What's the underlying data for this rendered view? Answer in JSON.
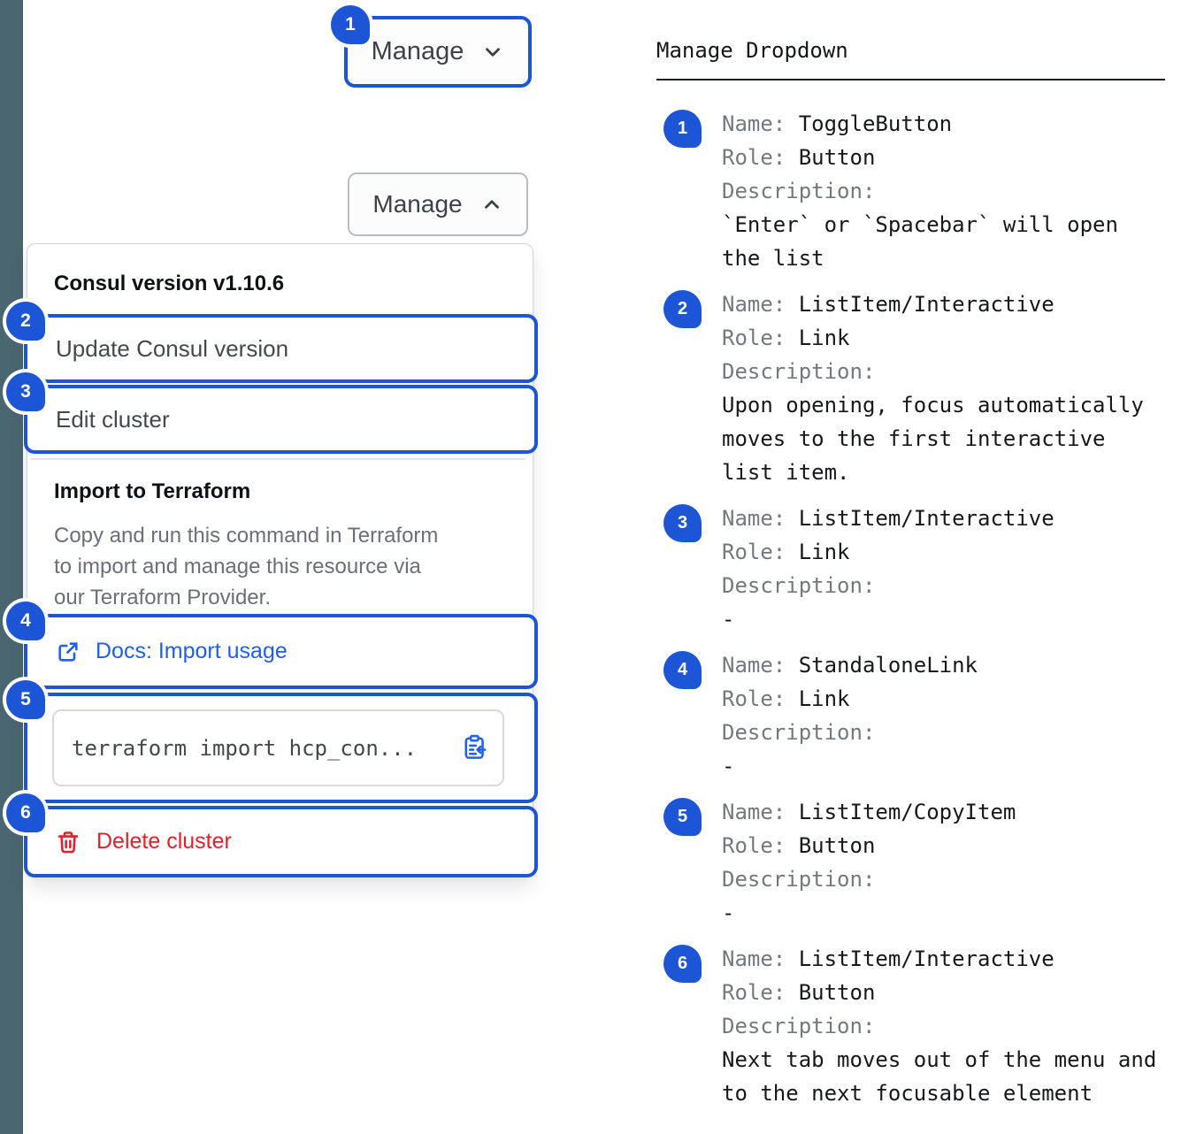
{
  "manage_button": {
    "label": "Manage"
  },
  "dropdown": {
    "version_header": "Consul version v1.10.6",
    "items": [
      {
        "label": "Update Consul version"
      },
      {
        "label": "Edit cluster"
      }
    ],
    "import_section": {
      "title": "Import to Terraform",
      "description": "Copy and run this command in Terraform\nto import and manage this resource via\nour Terraform Provider.",
      "docs_link_label": "Docs: Import usage",
      "code_snippet": "terraform import hcp_con...",
      "delete_label": "Delete cluster"
    }
  },
  "spec": {
    "title": "Manage Dropdown",
    "labels": {
      "name": "Name:",
      "role": "Role:",
      "description": "Description:"
    },
    "entries": [
      {
        "num": "1",
        "name": "ToggleButton",
        "role": "Button",
        "description": "`Enter` or `Spacebar` will open\nthe list"
      },
      {
        "num": "2",
        "name": "ListItem/Interactive",
        "role": "Link",
        "description": "Upon opening, focus automatically\nmoves to the first interactive\nlist item."
      },
      {
        "num": "3",
        "name": "ListItem/Interactive",
        "role": "Link",
        "description": "-"
      },
      {
        "num": "4",
        "name": "StandaloneLink",
        "role": "Link",
        "description": "-"
      },
      {
        "num": "5",
        "name": "ListItem/CopyItem",
        "role": "Button",
        "description": "-"
      },
      {
        "num": "6",
        "name": "ListItem/Interactive",
        "role": "Button",
        "description": "Next tab moves out of the menu and\nto the next focusable element"
      }
    ]
  },
  "icons": {
    "chevron_down": "chevron-down-icon",
    "chevron_up": "chevron-up-icon",
    "external_link": "external-link-icon",
    "clipboard_copy": "clipboard-copy-icon",
    "trash": "trash-icon"
  },
  "colors": {
    "accent_blue": "#1c56d6",
    "link_blue": "#1f5ef0",
    "danger_red": "#e0212d",
    "side_strip": "#4a6670"
  }
}
